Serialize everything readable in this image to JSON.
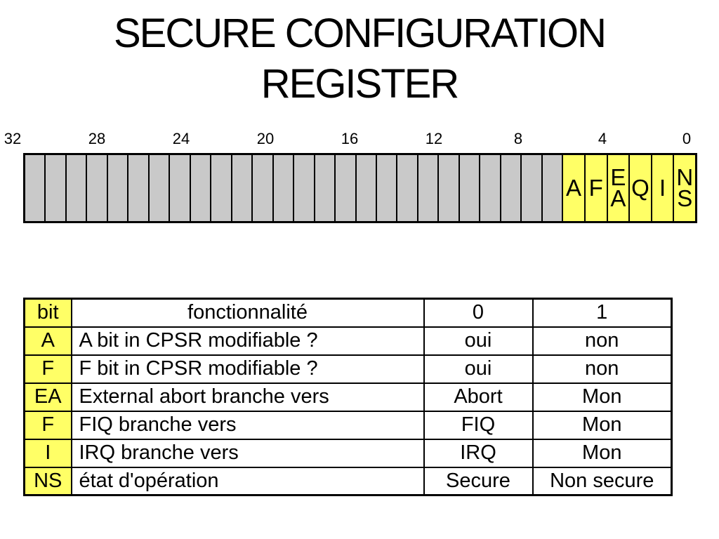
{
  "slide": {
    "title": "SECURE CONFIGURATION REGISTER"
  },
  "register": {
    "bit_index_labels": [
      "32",
      "28",
      "24",
      "20",
      "16",
      "12",
      "8",
      "4",
      "0"
    ],
    "reserved_bit_count": 26,
    "field_labels": [
      "A",
      "F",
      "EA",
      "Q",
      "I",
      "NS"
    ],
    "colors": {
      "reserved_fill": "#C9C9C9",
      "field_fill": "#FFFF66",
      "border": "#000000"
    }
  },
  "table": {
    "headers": [
      "bit",
      "fonctionnalité",
      "0",
      "1"
    ],
    "rows": [
      [
        "A",
        "A bit in CPSR modifiable ?",
        "oui",
        "non"
      ],
      [
        "F",
        "F bit in CPSR modifiable ?",
        "oui",
        "non"
      ],
      [
        "EA",
        "External abort branche vers",
        "Abort",
        "Mon"
      ],
      [
        "F",
        "FIQ branche vers",
        "FIQ",
        "Mon"
      ],
      [
        "I",
        "IRQ branche vers",
        "IRQ",
        "Mon"
      ],
      [
        "NS",
        "état d'opération",
        "Secure",
        "Non secure"
      ]
    ],
    "header_fill": "#FFFF66"
  }
}
